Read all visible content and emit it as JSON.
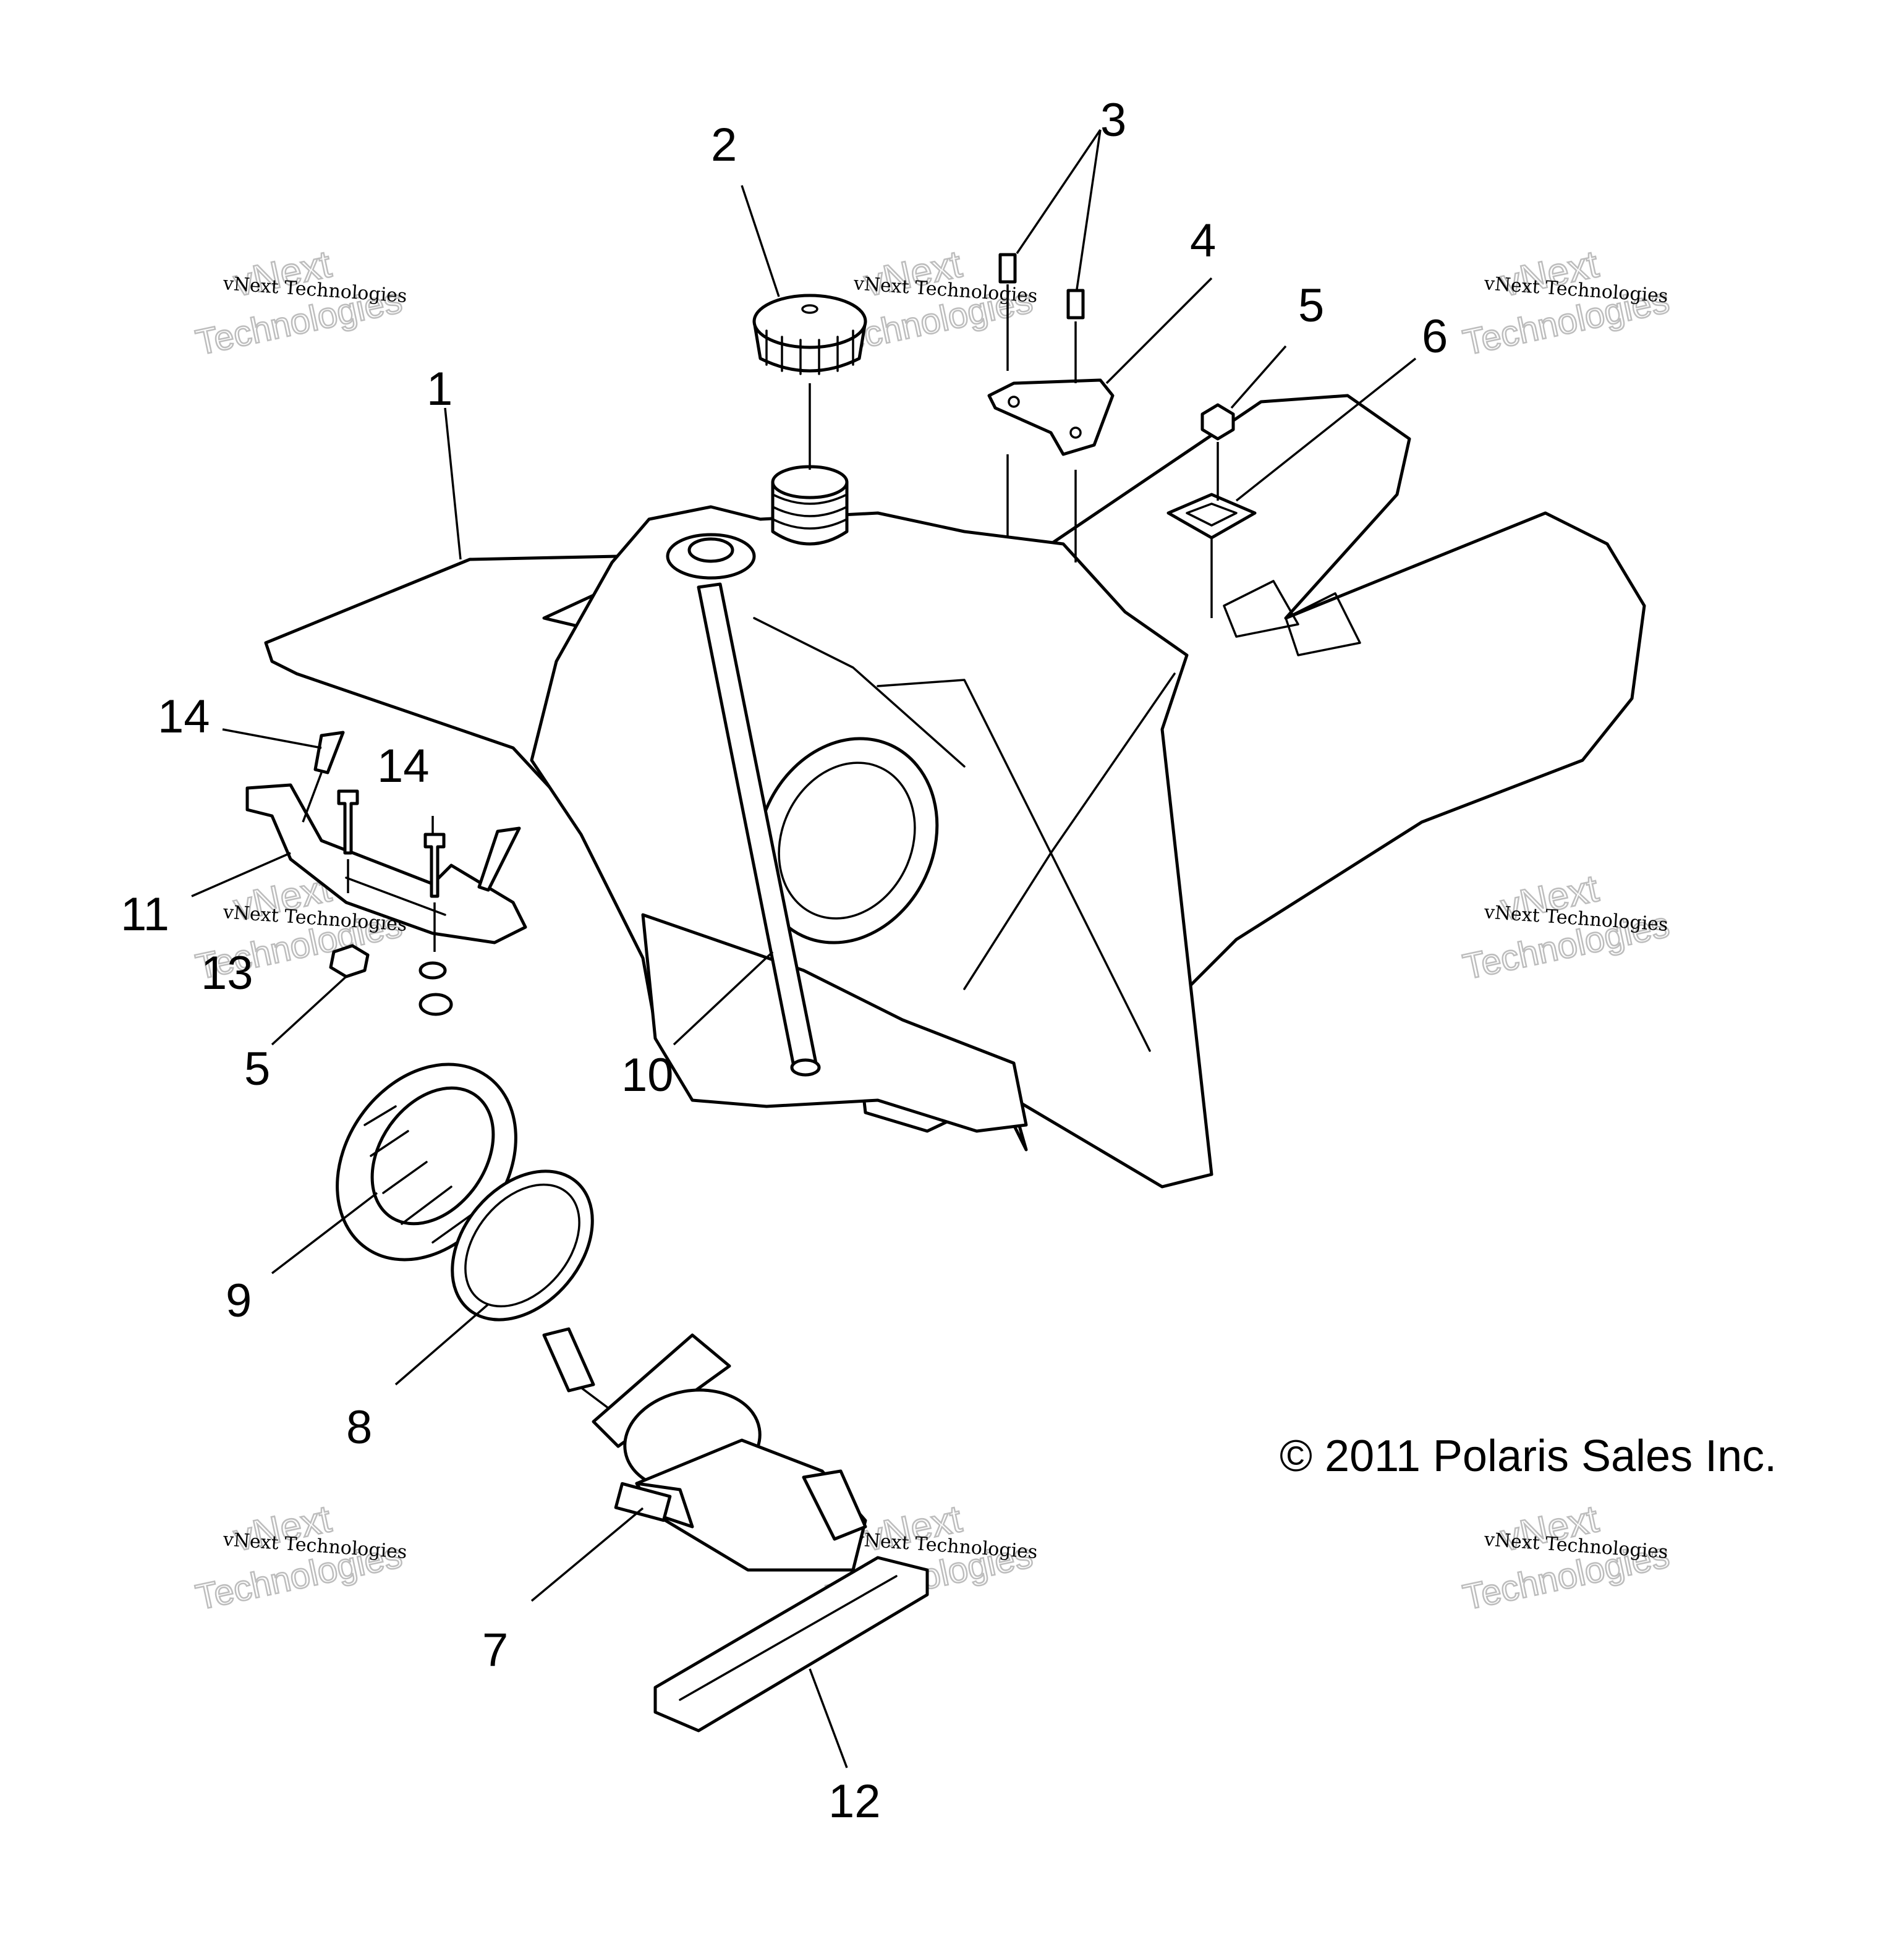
{
  "diagram": {
    "callouts": [
      "1",
      "2",
      "3",
      "4",
      "5",
      "6",
      "14",
      "14",
      "11",
      "13",
      "5",
      "10",
      "9",
      "8",
      "7",
      "12"
    ],
    "copyright": "© 2011 Polaris Sales Inc.",
    "watermark": {
      "line1": "vNext Technologies",
      "line2": "vNext",
      "line3": "Technologies"
    }
  }
}
